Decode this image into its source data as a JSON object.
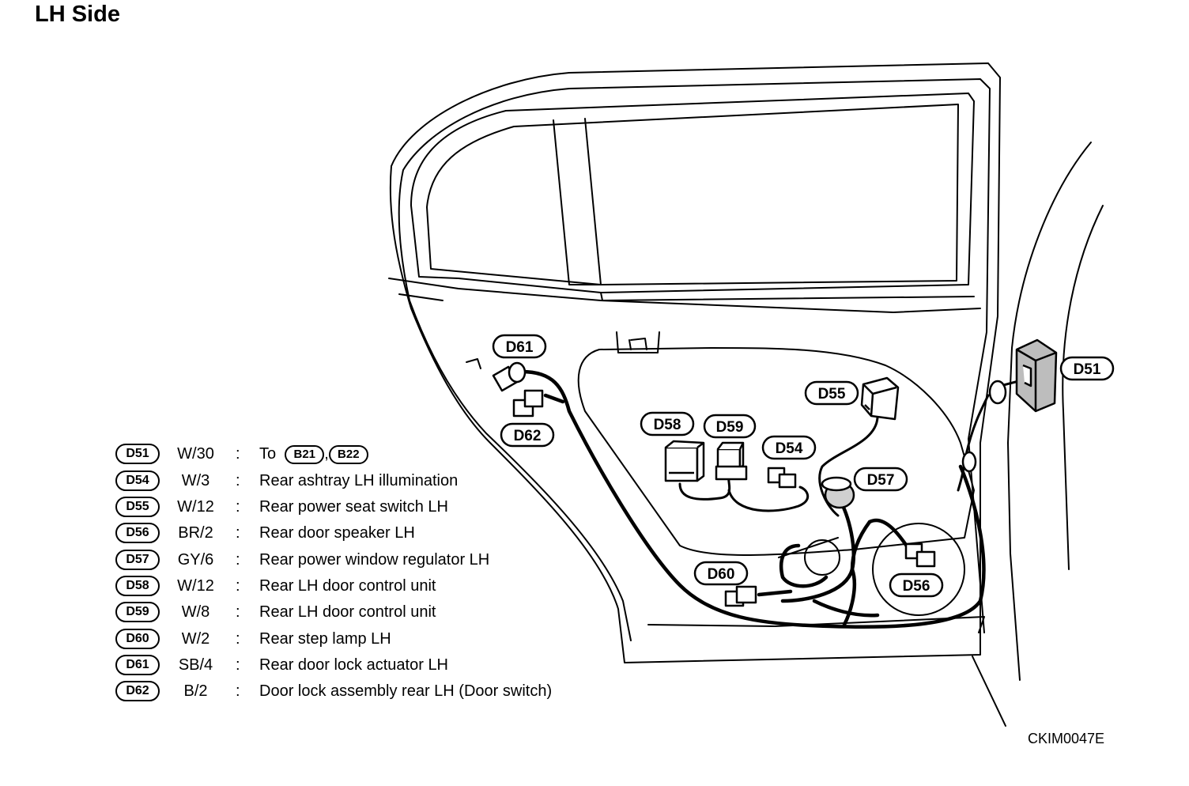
{
  "title": "LH Side",
  "figure_code": "CKIM0047E",
  "callouts": {
    "d51": "D51",
    "d54": "D54",
    "d55": "D55",
    "d56": "D56",
    "d57": "D57",
    "d58": "D58",
    "d59": "D59",
    "d60": "D60",
    "d61": "D61",
    "d62": "D62"
  },
  "legend": [
    {
      "id": "D51",
      "wire": "W/30",
      "desc": "To"
    },
    {
      "id": "D54",
      "wire": "W/3",
      "desc": "Rear ashtray LH illumination"
    },
    {
      "id": "D55",
      "wire": "W/12",
      "desc": "Rear power seat switch LH"
    },
    {
      "id": "D56",
      "wire": "BR/2",
      "desc": "Rear door speaker LH"
    },
    {
      "id": "D57",
      "wire": "GY/6",
      "desc": "Rear power window regulator LH"
    },
    {
      "id": "D58",
      "wire": "W/12",
      "desc": "Rear LH door control unit"
    },
    {
      "id": "D59",
      "wire": "W/8",
      "desc": "Rear LH door control unit"
    },
    {
      "id": "D60",
      "wire": "W/2",
      "desc": "Rear step lamp LH"
    },
    {
      "id": "D61",
      "wire": "SB/4",
      "desc": "Rear door lock actuator LH"
    },
    {
      "id": "D62",
      "wire": "B/2",
      "desc": "Door lock assembly rear LH (Door switch)"
    }
  ],
  "d51_refs": [
    "B21",
    "B22"
  ],
  "d51_sep": ","
}
